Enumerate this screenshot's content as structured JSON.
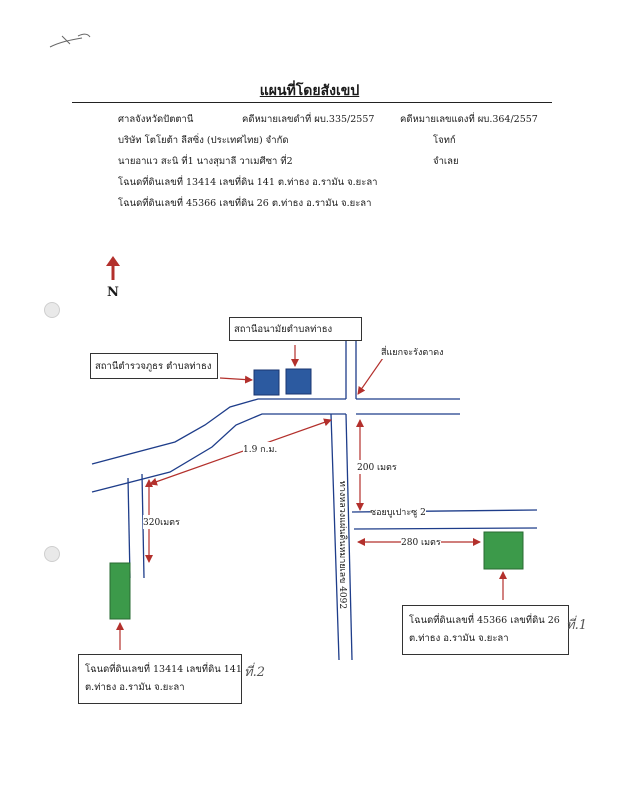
{
  "document": {
    "title": "แผนที่โดยสังเขป",
    "header_rows": [
      {
        "left": "ศาลจังหวัดปัตตานี",
        "middle": "คดีหมายเลขดำที่ ผบ.335/2557",
        "right": "คดีหมายเลขแดงที่ ผบ.364/2557"
      },
      {
        "left": "บริษัท โตโยต้า ลีสซิ่ง (ประเทศไทย) จำกัด",
        "right": "โจทก์"
      },
      {
        "left": "นายอาแว สะนิ ที่1 นางสุมาลี วาเมศีซา ที่2",
        "right": "จำเลย"
      },
      {
        "left": "โฉนดที่ดินเลขที่ 13414 เลขที่ดิน 141  ต.ท่าธง อ.รามัน จ.ยะลา"
      },
      {
        "left": "โฉนดที่ดินเลขที่ 45366 เลขที่ดิน 26  ต.ท่าธง อ.รามัน จ.ยะลา"
      }
    ]
  },
  "map": {
    "north": "N",
    "labels": {
      "health_station": "สถานีอนามัยตำบลท่าธง",
      "police_station": "สถานีตำรวจภูธร ตำบลท่าธง",
      "intersection": "สี่แยกจะรังตาดง",
      "distance_main": "1.9 ก.ม.",
      "distance_200": "200 เมตร",
      "distance_320": "320เมตร",
      "distance_280": "280 เมตร",
      "highway": "ทางหลวงแผ่นดินหมายเลข 4092",
      "soi": "ซอยบูเปาะซู 2"
    },
    "parcels": {
      "parcel_141": [
        "โฉนดที่ดินเลขที่ 13414 เลขที่ดิน 141",
        "ต.ท่าธง อ.รามัน จ.ยะลา"
      ],
      "parcel_26": [
        "โฉนดที่ดินเลขที่ 45366 เลขที่ดิน 26",
        "ต.ท่าธง อ.รามัน จ.ยะลา"
      ]
    },
    "handwritten": {
      "mark_1": "ที่.1",
      "mark_2": "ที่.2"
    },
    "colors": {
      "road": "#1e3d8a",
      "arrow": "#b3302c",
      "building": "#2c5aa0",
      "parcel": "#3c9a4a"
    }
  }
}
